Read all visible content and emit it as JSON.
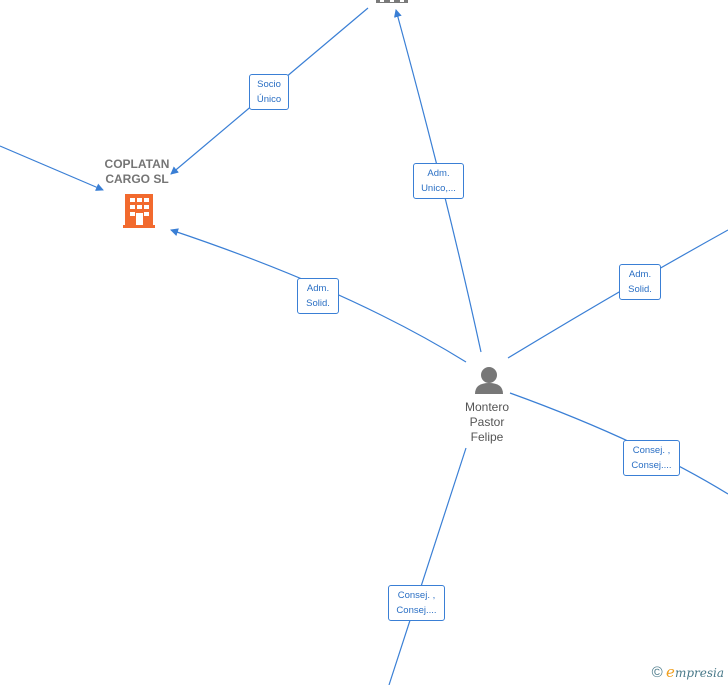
{
  "nodes": {
    "company": {
      "name_line1": "COPLATAN",
      "name_line2": "CARGO  SL",
      "icon": "building-icon",
      "color": "#f26a2e"
    },
    "person": {
      "name_line1": "Montero",
      "name_line2": "Pastor",
      "name_line3": "Felipe",
      "icon": "person-icon",
      "color": "#777777"
    }
  },
  "edges": {
    "socio_unico": {
      "line1": "Socio",
      "line2": "Único"
    },
    "adm_unico": {
      "line1": "Adm.",
      "line2": "Unico,..."
    },
    "adm_solid_left": {
      "line1": "Adm.",
      "line2": "Solid."
    },
    "adm_solid_right": {
      "line1": "Adm.",
      "line2": "Solid."
    },
    "consej_right": {
      "line1": "Consej. ,",
      "line2": "Consej...."
    },
    "consej_bottom": {
      "line1": "Consej. ,",
      "line2": "Consej...."
    }
  },
  "brand": {
    "copyright": "©",
    "e": "e",
    "rest": "mpresia"
  },
  "colors": {
    "edge": "#3a7fd5",
    "company": "#f26a2e",
    "person": "#777777"
  }
}
